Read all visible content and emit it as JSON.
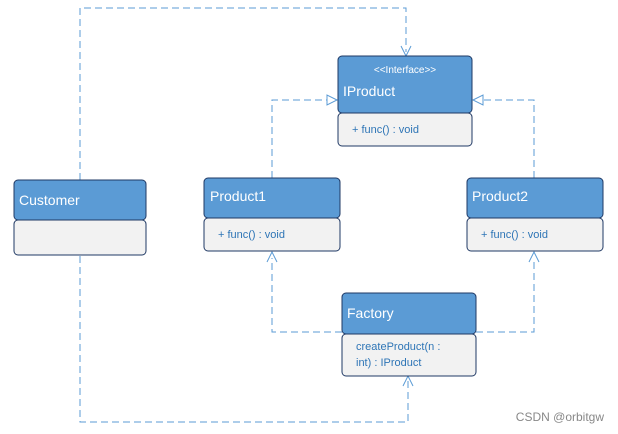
{
  "diagram": {
    "iproduct": {
      "stereotype": "<<Interface>>",
      "name": "IProduct",
      "member": "+ func() : void"
    },
    "product1": {
      "name": "Product1",
      "member": "+ func() : void"
    },
    "product2": {
      "name": "Product2",
      "member": "+ func() : void"
    },
    "customer": {
      "name": "Customer",
      "member": ""
    },
    "factory": {
      "name": "Factory",
      "member_line1": "createProduct(n :",
      "member_line2": "int) : IProduct"
    },
    "colors": {
      "class_header": "#5b9bd5",
      "class_body": "#f2f2f2",
      "class_border": "#1f3864",
      "connector": "#5b9bd5",
      "member_text": "#2e75b6"
    }
  },
  "watermark": "CSDN @orbitgw"
}
